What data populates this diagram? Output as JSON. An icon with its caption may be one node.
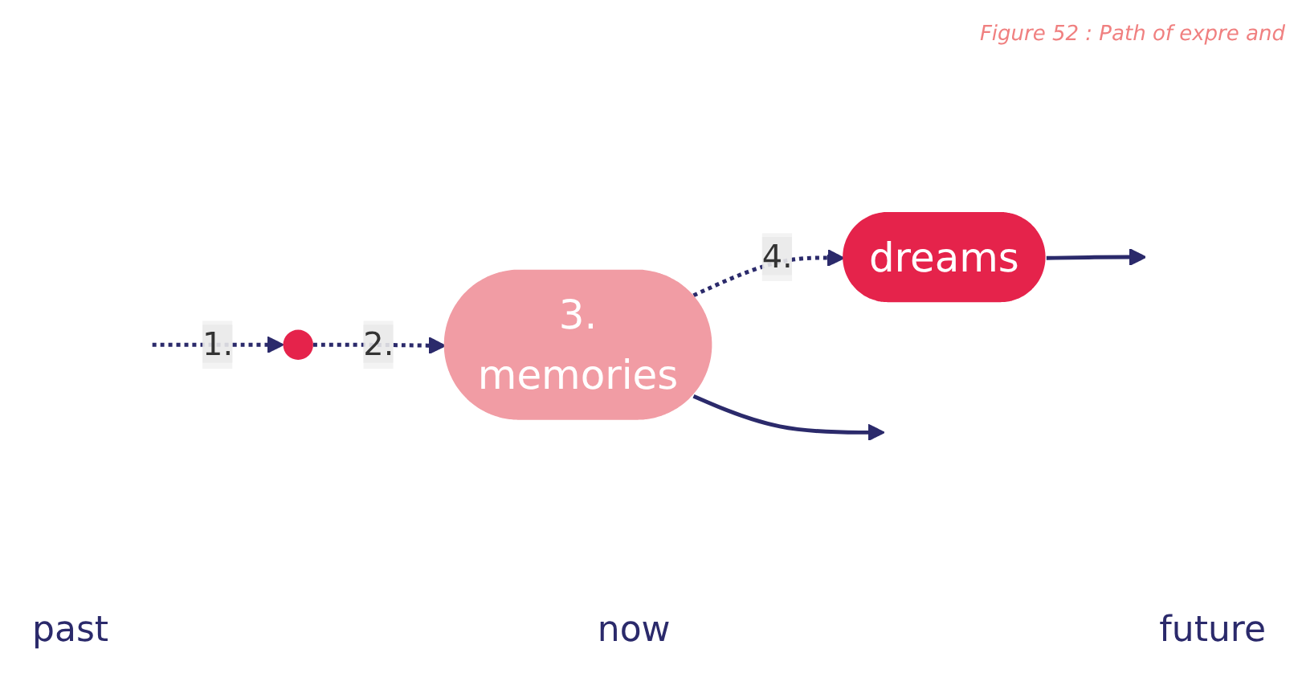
{
  "diagram": {
    "caption": "Figure 52 : Path of expre and",
    "nodes": [
      {
        "text": [
          "3.",
          "memories"
        ]
      },
      {
        "text": [],
        "shape": "circle"
      },
      {
        "text": [
          "dreams"
        ]
      }
    ],
    "edges": [
      {
        "from": null,
        "to": 1,
        "arrow": "to",
        "label": "1.",
        "style": "dashed"
      },
      {
        "from": 1,
        "to": 0,
        "arrow": "to",
        "label": "2.",
        "style": "dashed"
      },
      {
        "from": 0,
        "to": null,
        "arrow": "to"
      },
      {
        "from": 2,
        "to": null,
        "arrow": "to"
      },
      {
        "from": 0,
        "to": 2,
        "arrow": "to",
        "label": "4.",
        "style": "dashed"
      }
    ],
    "labels": [
      "past",
      "now",
      "future"
    ]
  }
}
